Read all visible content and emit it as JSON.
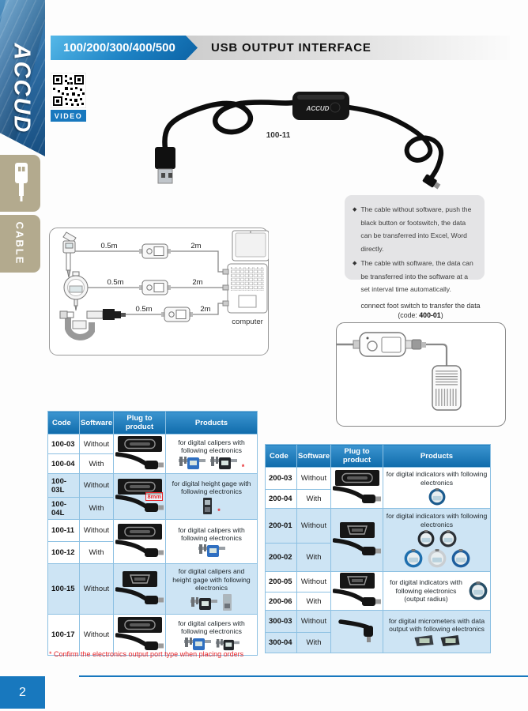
{
  "brand": "ACCUD",
  "page_number": "2",
  "sidebar": {
    "video_label": "VIDEO",
    "cable_label": "CABLE"
  },
  "header": {
    "series": "100/200/300/400/500",
    "title": "USB OUTPUT INTERFACE"
  },
  "photo": {
    "label": "100-11",
    "device_brand": "ACCUD"
  },
  "notes": {
    "bullet": "◆",
    "items": [
      "The cable without software, push the black button or footswitch, the data can be transferred into Excel, Word directly.",
      "The cable with software, the data can be transferred into the software at a set interval time automatically."
    ]
  },
  "diagram": {
    "len_short": "0.5m",
    "len_long": "2m",
    "computer": "computer"
  },
  "footswitch": {
    "caption": "connect foot switch to transfer the data",
    "code_prefix": "(code: ",
    "code": "400-01",
    "code_suffix": ")"
  },
  "table_left": {
    "headers": [
      "Code",
      "Software",
      "Plug to product",
      "Products"
    ],
    "asterisk": "*",
    "groups": [
      {
        "rows": [
          {
            "code": "100-03",
            "software": "Without"
          },
          {
            "code": "100-04",
            "software": "With"
          }
        ],
        "products_text": "for digital calipers with following electronics"
      },
      {
        "rows": [
          {
            "code": "100-03L",
            "software": "Without"
          },
          {
            "code": "100-04L",
            "software": "With"
          }
        ],
        "products_text": "for digital height gage with following electronics",
        "plug_label": "8mm"
      },
      {
        "rows": [
          {
            "code": "100-11",
            "software": "Without"
          },
          {
            "code": "100-12",
            "software": "With"
          }
        ],
        "products_text": "for digital calipers with following electronics"
      },
      {
        "rows": [
          {
            "code": "100-15",
            "software": "Without"
          }
        ],
        "products_text": "for digital calipers and height gage with following electronics"
      },
      {
        "rows": [
          {
            "code": "100-17",
            "software": "Without"
          }
        ],
        "products_text": "for digital calipers with following electronics"
      }
    ]
  },
  "table_right": {
    "headers": [
      "Code",
      "Software",
      "Plug to product",
      "Products"
    ],
    "groups": [
      {
        "rows": [
          {
            "code": "200-03",
            "software": "Without"
          },
          {
            "code": "200-04",
            "software": "With"
          }
        ],
        "products_text": "for digital indicators with following electronics"
      },
      {
        "rows": [
          {
            "code": "200-01",
            "software": "Without"
          },
          {
            "code": "200-02",
            "software": "With"
          }
        ],
        "products_text": "for digital indicators with following electronics"
      },
      {
        "rows": [
          {
            "code": "200-05",
            "software": "Without"
          },
          {
            "code": "200-06",
            "software": "With"
          }
        ],
        "products_text": "for digital indicators with following electronics (output radius)"
      },
      {
        "rows": [
          {
            "code": "300-03",
            "software": "Without"
          },
          {
            "code": "300-04",
            "software": "With"
          }
        ],
        "products_text": "for digital micrometers with data output with following electronics"
      }
    ]
  },
  "footnote": "* Confirm the electronics output port type when placing orders",
  "colors": {
    "accent_blue": "#1878be",
    "row_highlight_blue": "#cde4f4",
    "note_red": "#e8262a",
    "sidebar_tan": "#b3aa8e"
  },
  "icons": {
    "qr_code": "qr-pattern-shape",
    "usb_connector": "white-usb-plug-shape",
    "caliper": "caliper-shape",
    "height_gage": "height-gage-shape",
    "indicator": "round-dial-shape",
    "micrometer": "micrometer-display-shape",
    "cable_plug": "black-cable-plug-shape",
    "foot_pedal": "striped-pedal-shape"
  }
}
